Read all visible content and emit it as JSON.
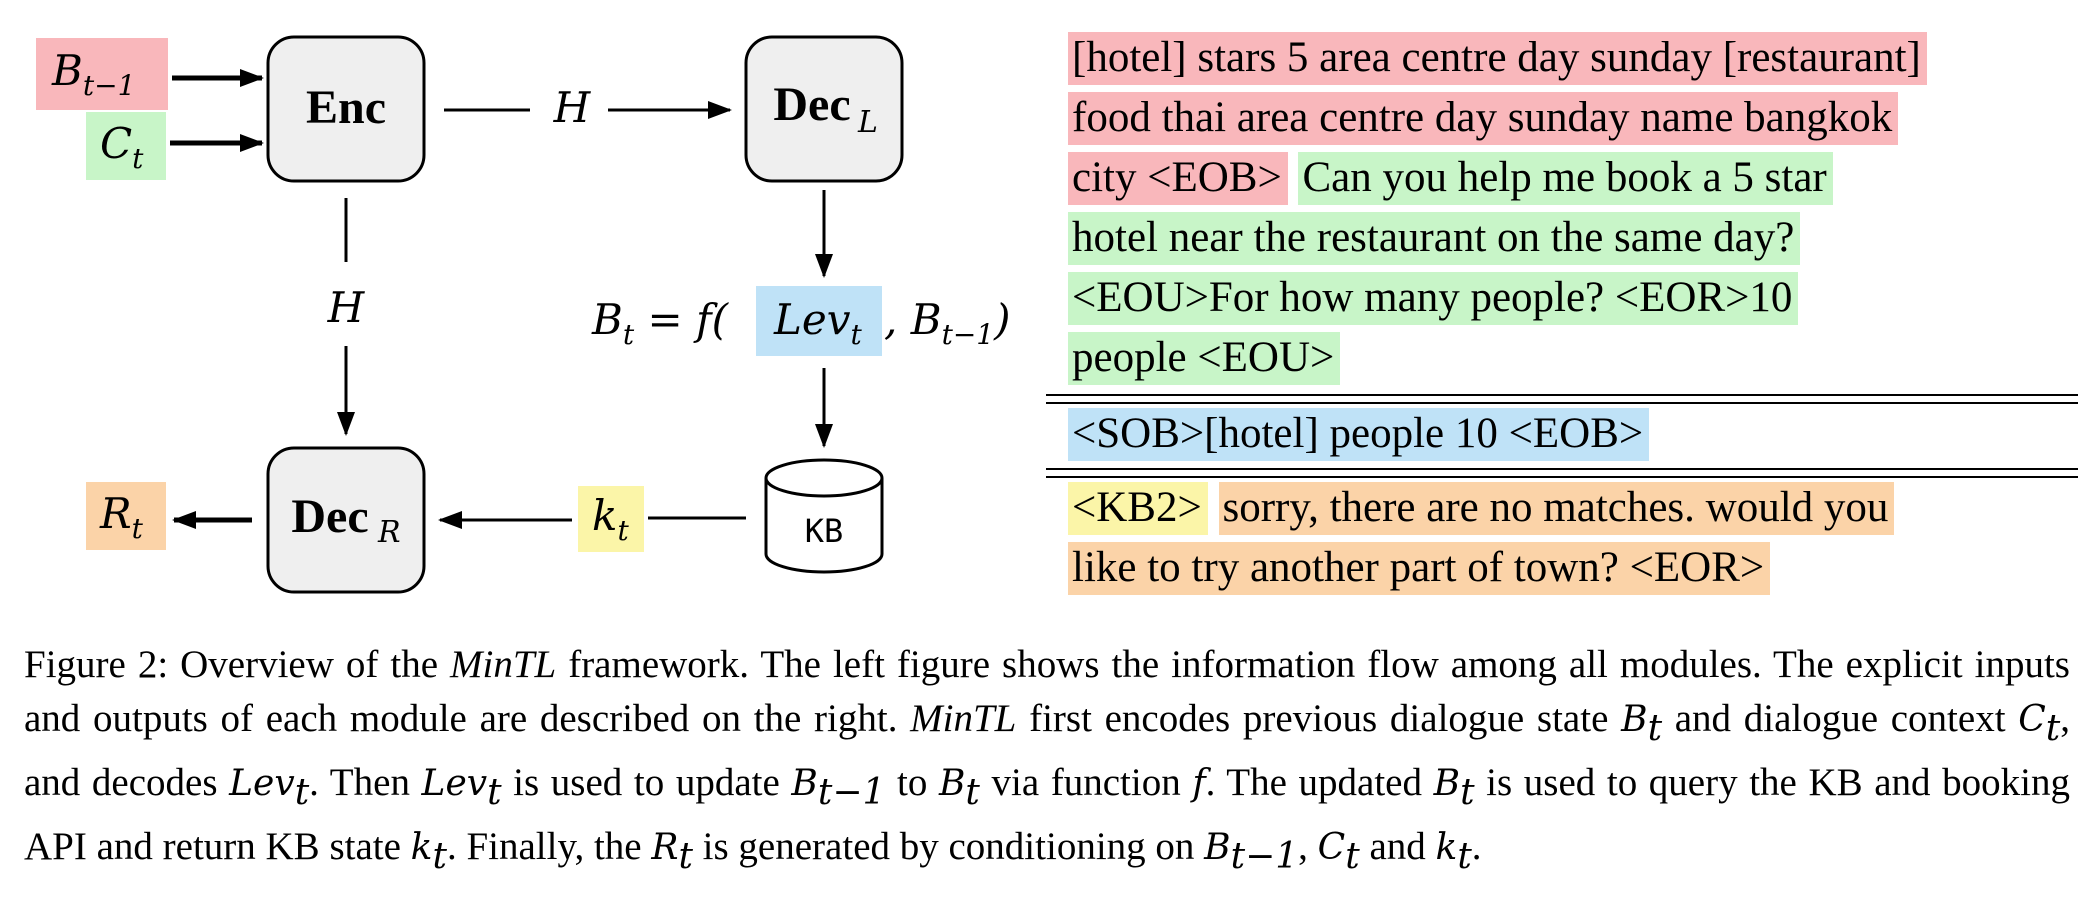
{
  "diagram": {
    "nodes": {
      "enc": "Enc",
      "dec_l_main": "Dec",
      "dec_l_sub": "L",
      "dec_r_main": "Dec",
      "dec_r_sub": "R",
      "kb": "KB"
    },
    "labels": {
      "b_prev_main": "B",
      "b_prev_sub": "t−1",
      "c_t_main": "C",
      "c_t_sub": "t",
      "h_top": "H",
      "h_left": "H",
      "k_t_main": "k",
      "k_t_sub": "t",
      "r_t_main": "R",
      "r_t_sub": "t"
    },
    "formula": {
      "lhs_main": "B",
      "lhs_sub": "t",
      "eq": " = f(",
      "lev_main": "Lev",
      "lev_sub": "t",
      "comma": ", B",
      "arg2_sub": "t−1",
      "close": ")"
    },
    "colors": {
      "red": "#f9b7bb",
      "green": "#c8f5c8",
      "blue": "#bfe2f7",
      "yellow": "#fbf5a8",
      "orange": "#fbd3a8",
      "node_fill": "#efefef"
    }
  },
  "example": {
    "belief_prev_l1": "[hotel] stars 5 area centre day sunday [restaurant]",
    "belief_prev_l2": "food thai area centre day sunday name bangkok",
    "belief_prev_l3": "city <EOB>",
    "context_l3": "Can you help me book a 5 star",
    "context_l4": "hotel near the restaurant on the same day?",
    "context_l5": "<EOU>For how many people? <EOR>10",
    "context_l6": "people <EOU>",
    "lev": "<SOB>[hotel] people 10 <EOB>",
    "kb_state": "<KB2>",
    "response_l1": "sorry, there are no matches. would you",
    "response_l2": "like to try another part of town? <EOR>"
  },
  "caption": {
    "p1": "Figure 2: Overview of the ",
    "mintl": "MinTL",
    "p2": " framework. The left figure shows the information flow among all modules. The explicit inputs and outputs of each module are described on the right. ",
    "p3": " first encodes previous dialogue state ",
    "b": "B",
    "t": "t",
    "tm1": "t−1",
    "c": "C",
    "lev": "Lev",
    "k": "k",
    "r": "R",
    "f": "f",
    "p4": " and dialogue context ",
    "p5": ", and decodes ",
    "p6": ". Then ",
    "p7": " is used to update ",
    "p8": " to ",
    "p9": " via function ",
    "p10": ". The updated ",
    "p11": " is used to query the KB and booking API and return KB state ",
    "p12": ". Finally, the ",
    "p13": " is generated by conditioning on ",
    "p14": ", ",
    "p15": " and ",
    "p16": "."
  }
}
